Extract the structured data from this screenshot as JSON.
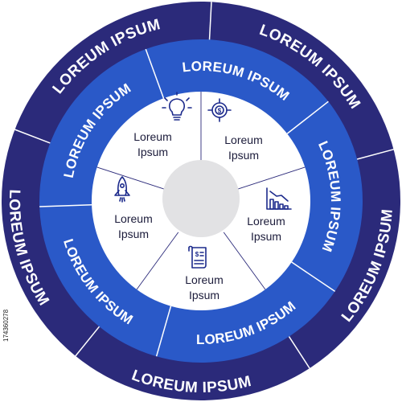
{
  "colors": {
    "outer_ring": "#2b2a7a",
    "inner_ring": "#2a59c8",
    "inner_ring_dark": "#2350bd",
    "core_fill": "#ffffff",
    "center_circle": "#e2e2e4",
    "icon_color": "#1c2a8c",
    "label_color": "#1b1b3a"
  },
  "outer_ring": {
    "segments": [
      {
        "label": "LOREUM IPSUM"
      },
      {
        "label": "LOREUM IPSUM"
      },
      {
        "label": "LOREUM IPSUM"
      },
      {
        "label": "LOREUM IPSUM"
      },
      {
        "label": "LOREUM IPSUM"
      }
    ]
  },
  "inner_ring": {
    "segments": [
      {
        "label": "LOREUM IPSUM"
      },
      {
        "label": "LOREUM IPSUM"
      },
      {
        "label": "LOREUM IPSUM"
      },
      {
        "label": "LOREUM IPSUM"
      },
      {
        "label": "LOREUM IPSUM"
      }
    ]
  },
  "core": {
    "segments": [
      {
        "line1": "Loreum",
        "line2": "Ipsum",
        "icon": "lightbulb-icon"
      },
      {
        "line1": "Loreum",
        "line2": "Ipsum",
        "icon": "dollar-target-icon"
      },
      {
        "line1": "Loreum",
        "line2": "Ipsum",
        "icon": "declining-chart-icon"
      },
      {
        "line1": "Loreum",
        "line2": "Ipsum",
        "icon": "invoice-document-icon"
      },
      {
        "line1": "Loreum",
        "line2": "Ipsum",
        "icon": "rocket-icon"
      }
    ]
  },
  "watermark_id": "174360278"
}
